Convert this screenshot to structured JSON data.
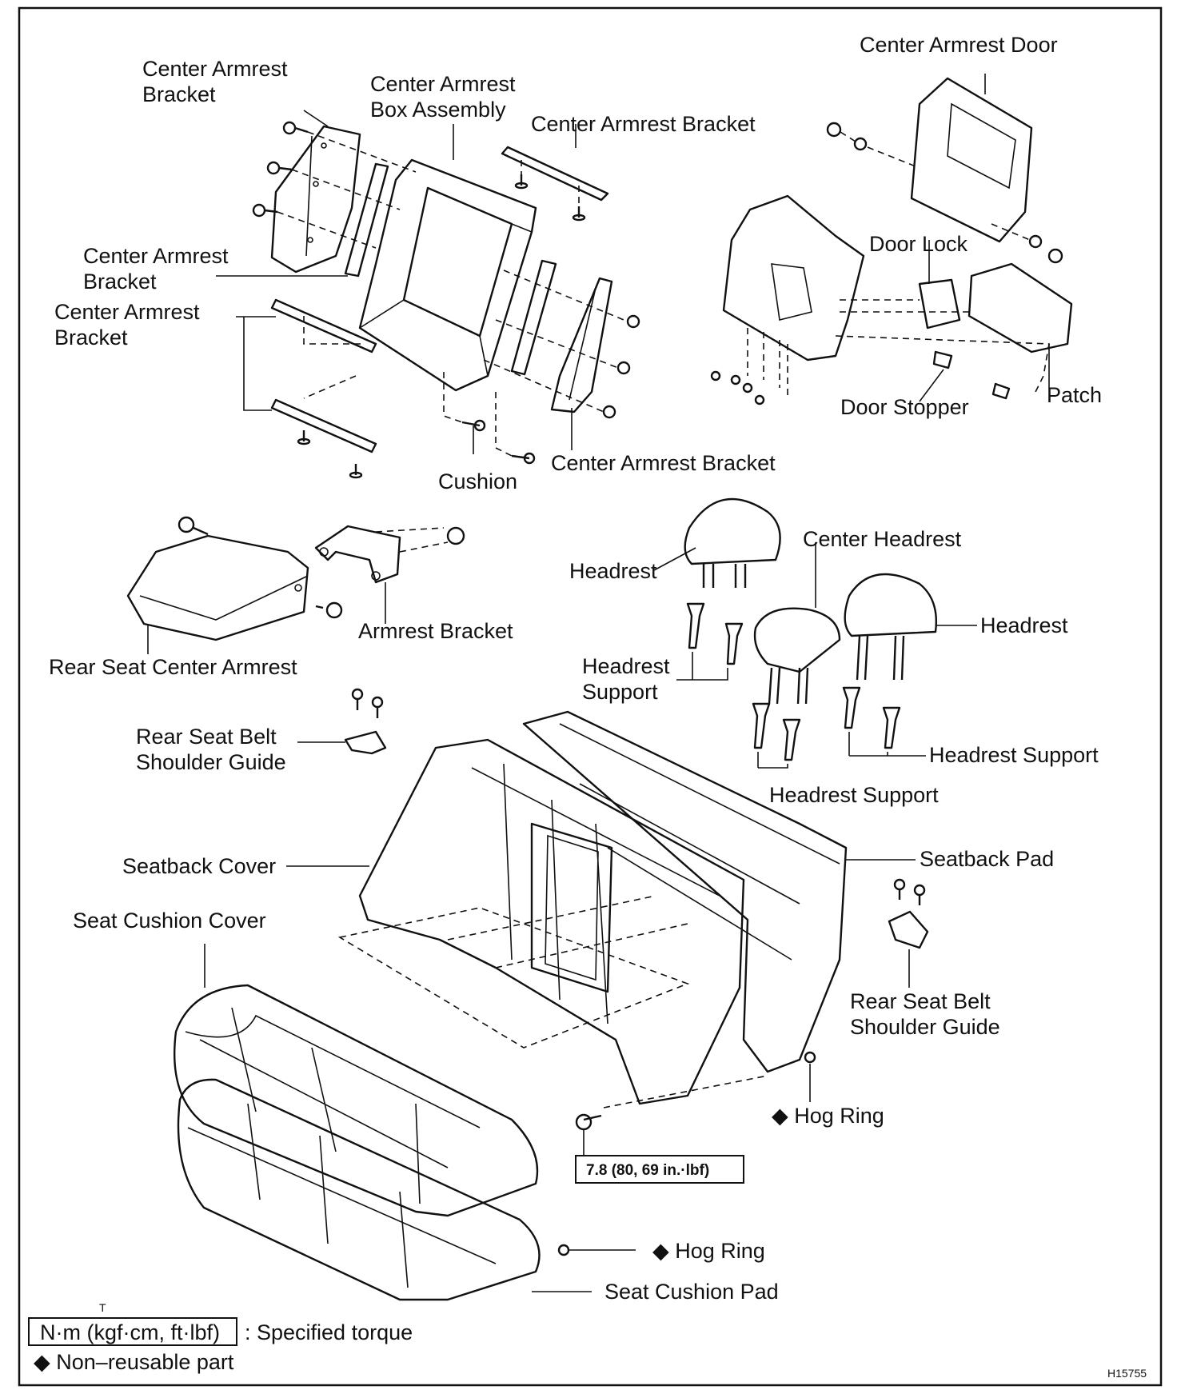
{
  "labels": {
    "center_armrest_bracket_top_left": [
      "Center Armrest",
      "Bracket"
    ],
    "center_armrest_box_assembly": [
      "Center Armrest",
      "Box Assembly"
    ],
    "center_armrest_bracket_top": "Center Armrest Bracket",
    "center_armrest_door": "Center Armrest Door",
    "center_armrest_bracket_mid_left": [
      "Center Armrest",
      "Bracket"
    ],
    "center_armrest_bracket_low_left": [
      "Center Armrest",
      "Bracket"
    ],
    "door_lock": "Door Lock",
    "patch": "Patch",
    "door_stopper": "Door Stopper",
    "cushion": "Cushion",
    "center_armrest_bracket_bottom": "Center Armrest Bracket",
    "center_headrest": "Center Headrest",
    "headrest_left": "Headrest",
    "headrest_right": "Headrest",
    "armrest_bracket": "Armrest Bracket",
    "rear_seat_center_armrest": "Rear Seat Center Armrest",
    "headrest_support_left": [
      "Headrest",
      "Support"
    ],
    "rear_seat_belt_shoulder_guide_left": [
      "Rear Seat Belt",
      "Shoulder Guide"
    ],
    "headrest_support_right": "Headrest Support",
    "headrest_support_center": "Headrest Support",
    "seatback_cover": "Seatback Cover",
    "seatback_pad": "Seatback Pad",
    "seat_cushion_cover": "Seat Cushion Cover",
    "rear_seat_belt_shoulder_guide_right": [
      "Rear Seat Belt",
      "Shoulder Guide"
    ],
    "hog_ring_upper": "◆ Hog Ring",
    "hog_ring_lower": "◆ Hog Ring",
    "seat_cushion_pad": "Seat Cushion Pad"
  },
  "torque_value": "7.8 (80, 69 in.·lbf)",
  "legend": {
    "marker": "T",
    "torque_box": "N·m (kgf·cm, ft·lbf)",
    "torque_text": ": Specified torque",
    "non_reusable": "◆ Non–reusable part"
  },
  "figure_code": "H15755"
}
